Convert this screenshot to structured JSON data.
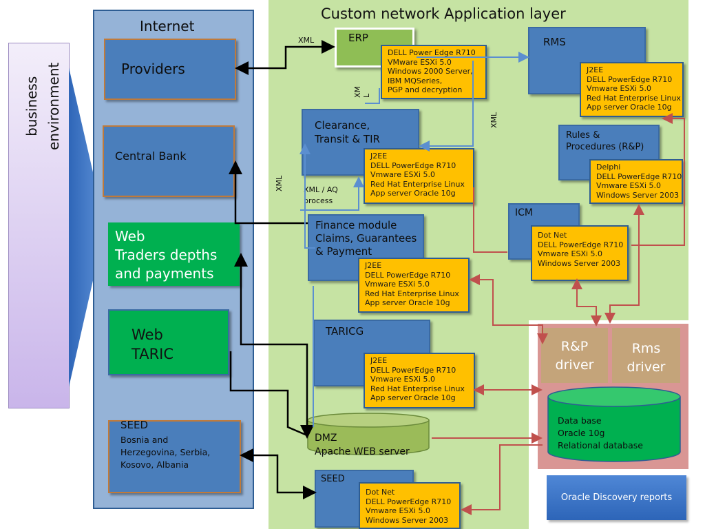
{
  "titles": {
    "internet": "Internet",
    "app_layer": "Custom network Application layer"
  },
  "business_env": "business\nenvironment",
  "internet_boxes": {
    "providers": "Providers",
    "central_bank": "Central Bank",
    "web_traders": "Web\nTraders depths\nand payments",
    "web_taric": "Web\nTARIC",
    "seed_title": "SEED",
    "seed_body": "Bosnia and\nHerzegovina, Serbia,\nKosovo, Albania"
  },
  "app_boxes": {
    "erp": "ERP",
    "rms": "RMS",
    "clearance": "Clearance,\nTransit & TIR",
    "rules": "Rules &\nProcedures (R&P)",
    "icm": "ICM",
    "finance": "Finance module\nClaims, Guarantees\n& Payment",
    "taricg": "TARICG",
    "seed": "SEED",
    "dmz": "DMZ\nApache WEB server"
  },
  "specs": {
    "erp": "DELL Power Edge R710\nVMware ESXi 5.0\nWindows 2000 Server,\nIBM MQSeries,\nPGP and decryption",
    "rms": "J2EE\nDELL PowerEdge R710\nVmware ESXi 5.0\nRed Hat Enterprise Linux\nApp server Oracle 10g",
    "clearance": "J2EE\nDELL PowerEdge R710\nVmware ESXi 5.0\nRed Hat Enterprise Linux\nApp server Oracle 10g",
    "rules": "Delphi\nDELL PowerEdge R710\nVmware ESXi 5.0\nWindows Server 2003",
    "icm": "Dot Net\nDELL PowerEdge R710\nVmware ESXi 5.0\nWindows Server 2003",
    "finance": "J2EE\nDELL PowerEdge R710\nVmware ESXi 5.0\nRed Hat Enterprise Linux\nApp server Oracle 10g",
    "taricg": "J2EE\nDELL PowerEdge R710\nVmware ESXi 5.0\nRed Hat Enterprise Linux\nApp server Oracle 10g",
    "seed": "Dot Net\nDELL PowerEdge R710\nVmware ESXi 5.0\nWindows Server 2003"
  },
  "edge_labels": {
    "xml_top": "XML",
    "xml_vertical_1": "XM\nL",
    "xml_vertical_2": "XML",
    "xml_vertical_3": "XML",
    "xml_aq": "XML / AQ\nprocess"
  },
  "data_tier": {
    "rp_driver": "R&P\ndriver",
    "rms_driver": "Rms\ndriver",
    "database": "Data base\nOracle 10g\nRelational database"
  },
  "reports": "Oracle Discovery reports",
  "colors": {
    "app_zone": "#c6e3a3",
    "internet_panel": "#95b3d7",
    "box_blue": "#4a7ebb",
    "box_green": "#00b050",
    "spec_orange": "#ffc000",
    "data_zone": "#d99694",
    "driver_tan": "#c4a47a",
    "link_black": "#000000",
    "link_blue": "#5b8fd0",
    "link_red": "#c0504d"
  }
}
